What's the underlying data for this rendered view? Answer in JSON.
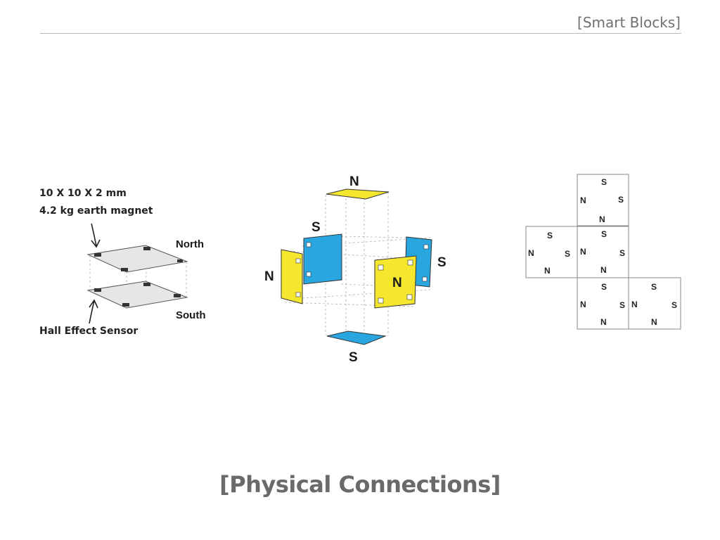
{
  "header": {
    "title": "[Smart Blocks]"
  },
  "footer": {
    "title": "[Physical Connections]"
  },
  "sensor_diagram": {
    "annotation_top_line1": "10 X 10 X 2 mm",
    "annotation_top_line2": "4.2 kg earth magnet",
    "annotation_bottom": "Hall Effect Sensor",
    "label_north": "North",
    "label_south": "South"
  },
  "cube_diagram": {
    "top": "N",
    "bottom": "S",
    "left": "N",
    "right": "S",
    "back_left": "S",
    "front": "N",
    "colors": {
      "yellow": "#f5e62e",
      "blue": "#29a5df"
    }
  },
  "net_diagram": {
    "squares": [
      {
        "top": "S",
        "left": "N",
        "right": "S",
        "bottom": "N"
      },
      {
        "top": "S",
        "left": "N",
        "right": "S",
        "bottom": "N"
      },
      {
        "top": "S",
        "left": "N",
        "right": "S",
        "bottom": "N"
      },
      {
        "top": "S",
        "left": "N",
        "right": "S",
        "bottom": "N"
      },
      {
        "top": "S",
        "left": "N",
        "right": "",
        "bottom": "N"
      }
    ]
  }
}
